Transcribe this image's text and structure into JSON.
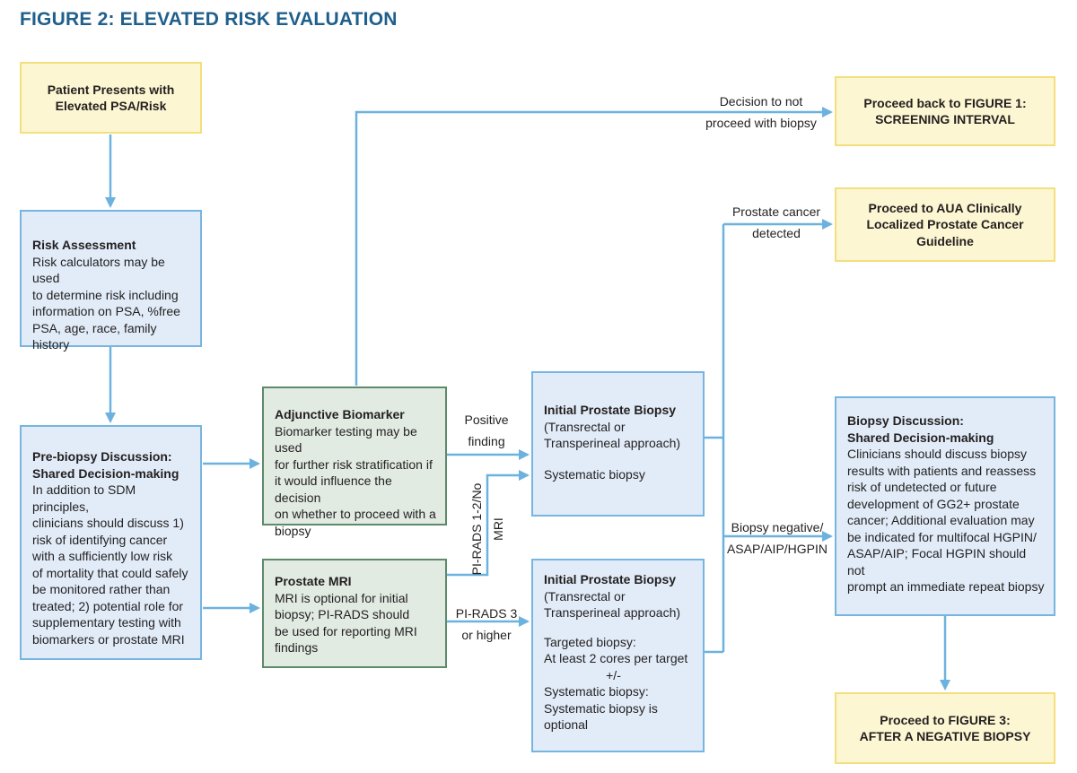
{
  "title": "FIGURE 2: ELEVATED RISK EVALUATION",
  "colors": {
    "title": "#1f5f8b",
    "line": "#6cb2de",
    "yellow_fill": "#fdf6d2",
    "blue_fill": "#e1ecf8",
    "green_fill": "#e1ebe2"
  },
  "nodes": {
    "patient": {
      "line1": "Patient Presents with",
      "line2": "Elevated PSA/Risk"
    },
    "risk": {
      "heading": "Risk Assessment",
      "lines": [
        "Risk calculators may be used",
        "to determine risk including",
        "information on PSA, %free",
        "PSA, age, race, family history"
      ]
    },
    "prebiopsy": {
      "heading1": "Pre-biopsy Discussion:",
      "heading2": "Shared Decision-making",
      "lines": [
        "In addition to SDM principles,",
        "clinicians should discuss 1)",
        "risk of identifying cancer",
        "with a sufficiently low risk",
        "of mortality that could safely",
        "be monitored rather than",
        "treated; 2) potential role for",
        "supplementary testing with",
        "biomarkers or prostate MRI"
      ]
    },
    "biomarker": {
      "heading": "Adjunctive Biomarker",
      "lines": [
        "Biomarker testing may be used",
        "for further risk stratification if",
        "it would influence the decision",
        "on whether to proceed with a",
        "biopsy"
      ]
    },
    "mri": {
      "heading": "Prostate MRI",
      "lines": [
        "MRI is optional for initial",
        "biopsy; PI-RADS should",
        "be used for reporting MRI",
        "findings"
      ]
    },
    "biopsy1": {
      "heading": "Initial Prostate Biopsy",
      "lines": [
        "(Transrectal or",
        "Transperineal approach)"
      ],
      "detail": "Systematic biopsy"
    },
    "biopsy2": {
      "heading": "Initial Prostate Biopsy",
      "lines": [
        "(Transrectal or",
        "Transperineal approach)"
      ],
      "targeted": [
        "Targeted biopsy:",
        "At least 2 cores per target"
      ],
      "plusminus": "+/-",
      "systematic": [
        "Systematic biopsy:",
        "Systematic biopsy is",
        "optional"
      ]
    },
    "fig1": {
      "line1": "Proceed back to FIGURE 1:",
      "line2": "SCREENING INTERVAL"
    },
    "aua": {
      "line1": "Proceed to AUA Clinically",
      "line2": "Localized Prostate Cancer",
      "line3": "Guideline"
    },
    "discussion": {
      "heading1": "Biopsy Discussion:",
      "heading2": "Shared Decision-making",
      "lines": [
        "Clinicians should discuss biopsy",
        "results with patients and reassess",
        "risk of undetected or future",
        "development of GG2+ prostate",
        "cancer; Additional evaluation may",
        "be indicated for multifocal HGPIN/",
        "ASAP/AIP; Focal HGPIN should not",
        "prompt an immediate repeat biopsy"
      ]
    },
    "fig3": {
      "line1": "Proceed to FIGURE 3:",
      "line2": "AFTER A NEGATIVE BIOPSY"
    }
  },
  "edge_labels": {
    "no_biopsy": [
      "Decision to not",
      "proceed with biopsy"
    ],
    "positive": [
      "Positive",
      "finding"
    ],
    "pirads_low": [
      "PI-RADS 1-2/No",
      "MRI"
    ],
    "pirads_high": [
      "PI-RADS 3",
      "or higher"
    ],
    "cancer": [
      "Prostate cancer",
      "detected"
    ],
    "negative": [
      "Biopsy negative/",
      "ASAP/AIP/HGPIN"
    ]
  }
}
